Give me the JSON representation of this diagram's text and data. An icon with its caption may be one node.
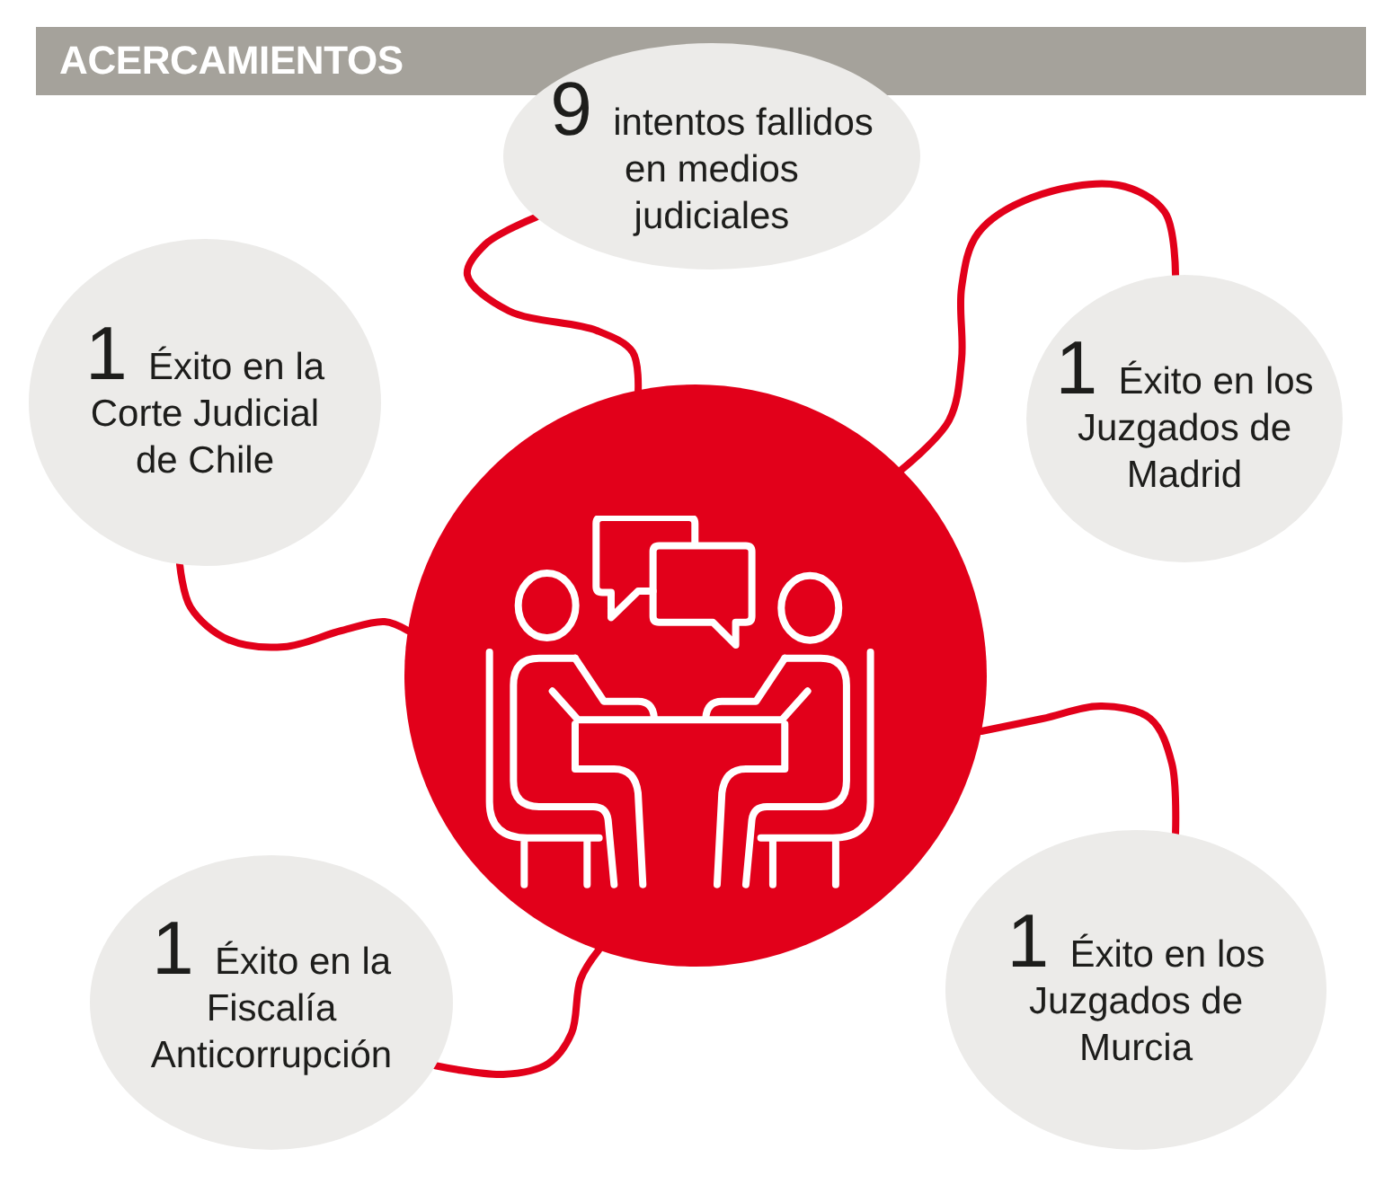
{
  "diagram": {
    "title": "ACERCAMIENTOS",
    "nodes": [
      {
        "text": [
          "9 intentos fallidos en medios judiciales"
        ]
      },
      {
        "text": [
          "1 Éxito en la Corte Judicial de Chile"
        ]
      },
      {
        "text": [
          "1 Éxito en los Juzgados de Madrid"
        ]
      },
      {
        "text": [],
        "shape": "circle"
      },
      {
        "text": [
          "1 Éxito en la Fiscalía Anticorrupción"
        ]
      },
      {
        "text": [
          "1 Éxito en los Juzgados de Murcia"
        ]
      }
    ],
    "edges": [
      {
        "from": 3,
        "to": 0,
        "arrow": "none"
      },
      {
        "from": 3,
        "to": 1,
        "arrow": "none"
      },
      {
        "from": 3,
        "to": 2,
        "arrow": "none"
      },
      {
        "from": 3,
        "to": 4,
        "arrow": "none"
      },
      {
        "from": 3,
        "to": 5,
        "arrow": "none"
      }
    ]
  }
}
